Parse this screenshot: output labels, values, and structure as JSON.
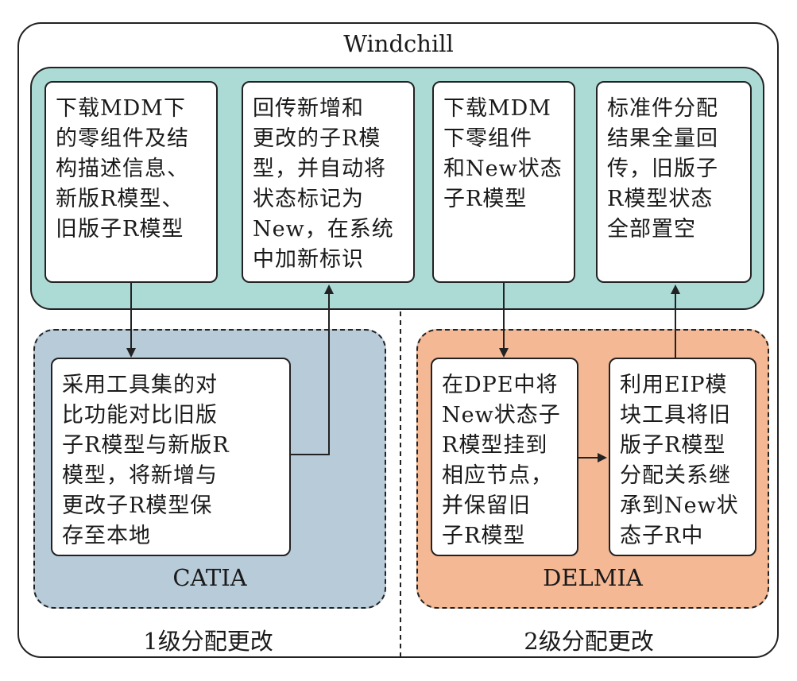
{
  "system": {
    "title": "Windchill"
  },
  "windchill_boxes": [
    {
      "text": "下载MDM下\n的零组件及结\n构描述信息、\n新版R模型、\n旧版子R模型"
    },
    {
      "text": "回传新增和\n更改的子R模\n型，并自动将\n状态标记为\nNew，在系统\n中加新标识"
    },
    {
      "text": "下载MDM\n下零组件\n和New状态\n子R模型"
    },
    {
      "text": "标准件分配\n结果全量回\n传，旧版子\nR模型状态\n全部置空"
    }
  ],
  "catia": {
    "label": "CATIA",
    "box": {
      "text": "采用工具集的对\n比功能对比旧版\n子R模型与新版R\n模型，将新增与\n更改子R模型保\n存至本地"
    }
  },
  "delmia": {
    "label": "DELMIA",
    "boxes": [
      {
        "text": "在DPE中将\nNew状态子\nR模型挂到\n相应节点，\n并保留旧\n子R模型"
      },
      {
        "text": "利用EIP模\n块工具将旧\n版子R模型\n分配关系继\n承到New状\n态子R中"
      }
    ]
  },
  "levels": {
    "left": "1级分配更改",
    "right": "2级分配更改"
  }
}
